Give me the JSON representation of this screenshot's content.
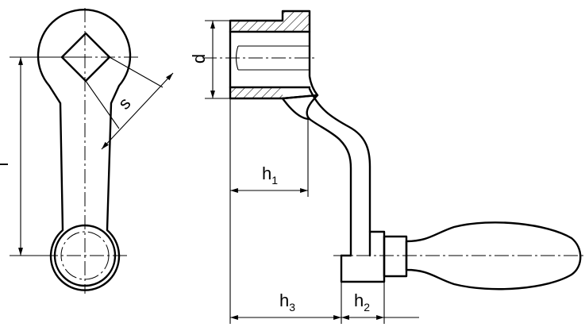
{
  "labels": {
    "l": "l",
    "s": "s",
    "d": "d",
    "h1_main": "h",
    "h1_sub": "1",
    "h2_main": "h",
    "h2_sub": "2",
    "h3_main": "h",
    "h3_sub": "3"
  },
  "colors": {
    "line": "#000000",
    "background": "#ffffff"
  }
}
